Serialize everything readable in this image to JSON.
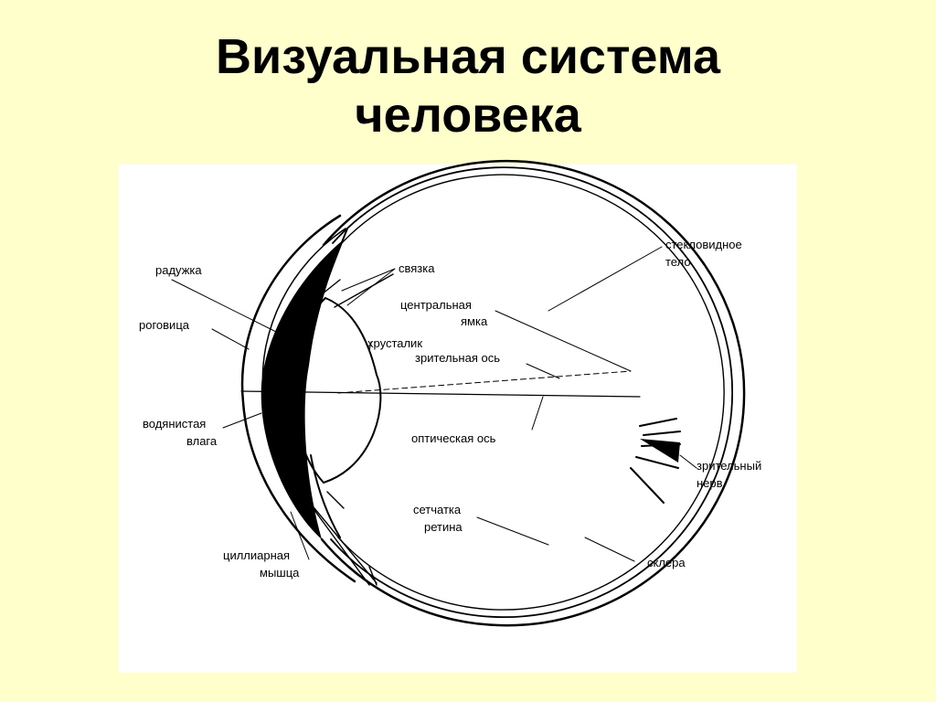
{
  "title": {
    "line1": "Визуальная система",
    "line2": "человека"
  },
  "diagram": {
    "labels": {
      "iris": "радужка",
      "cornea": "роговица",
      "aqueous_line1": "водянистая",
      "aqueous_line2": "влага",
      "ciliary_line1": "циллиарная",
      "ciliary_line2": "мышца",
      "ligament": "связка",
      "fovea_line1": "центральная",
      "fovea_line2": "ямка",
      "lens": "хрусталик",
      "visual_axis": "зрительная ось",
      "optical_axis": "оптическая ось",
      "retina_line1": "сетчатка",
      "retina_line2": "ретина",
      "vitreous_line1": "стекловидное",
      "vitreous_line2": "тело",
      "nerve_line1": "зрительный",
      "nerve_line2": "нерв",
      "sclera": "склера"
    }
  }
}
